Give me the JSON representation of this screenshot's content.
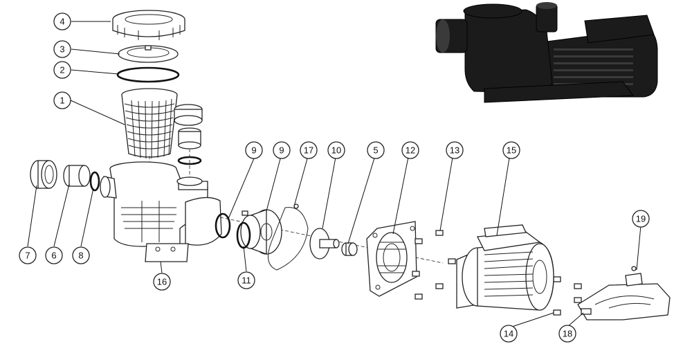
{
  "callouts": [
    "1",
    "2",
    "3",
    "4",
    "5",
    "6",
    "7",
    "8",
    "9",
    "9",
    "10",
    "11",
    "12",
    "13",
    "14",
    "15",
    "16",
    "17",
    "18",
    "19"
  ]
}
